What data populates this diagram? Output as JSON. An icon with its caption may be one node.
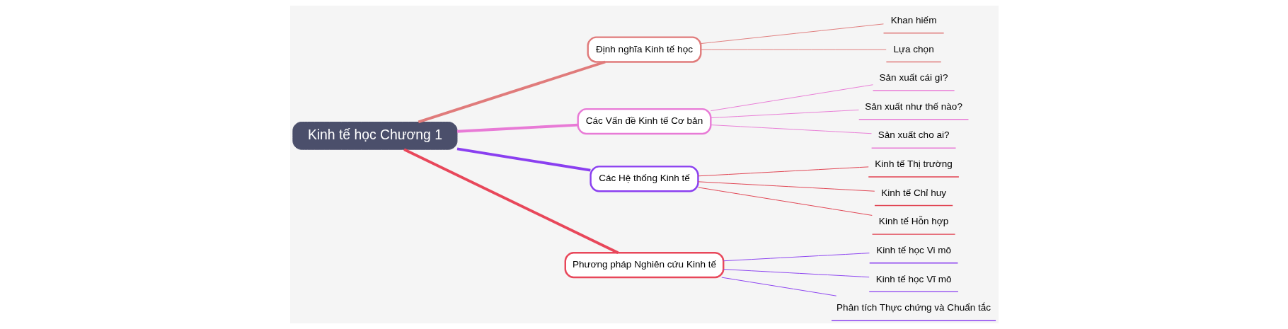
{
  "diagram": {
    "nodes": [
      {
        "text": [
          "Kinh tế học Chương 1"
        ]
      },
      {
        "text": [
          "Định nghĩa Kinh tế học"
        ]
      },
      {
        "text": [
          "Khan hiếm"
        ]
      },
      {
        "text": [
          "Lựa chọn"
        ]
      },
      {
        "text": [
          "Các Vấn đề Kinh tế Cơ bản"
        ]
      },
      {
        "text": [
          "Sản xuất cái gì?"
        ]
      },
      {
        "text": [
          "Sản xuất như thế nào?"
        ]
      },
      {
        "text": [
          "Sản xuất cho ai?"
        ]
      },
      {
        "text": [
          "Các Hệ thống Kinh tế"
        ]
      },
      {
        "text": [
          "Kinh tế Thị trường"
        ]
      },
      {
        "text": [
          "Kinh tế Chỉ huy"
        ]
      },
      {
        "text": [
          "Kinh tế Hỗn hợp"
        ]
      },
      {
        "text": [
          "Phương pháp Nghiên cứu Kinh tế"
        ]
      },
      {
        "text": [
          "Kinh tế học Vi mô"
        ]
      },
      {
        "text": [
          "Kinh tế học Vĩ mô"
        ]
      },
      {
        "text": [
          "Phân tích Thực chứng và Chuẩn tắc"
        ]
      }
    ],
    "edges": [
      {
        "from": 0,
        "to": 1,
        "arrow": "none",
        "style": "thick",
        "color": "#e07b7b"
      },
      {
        "from": 1,
        "to": 2,
        "arrow": "none",
        "color": "#e07b7b"
      },
      {
        "from": 1,
        "to": 3,
        "arrow": "none",
        "color": "#e07b7b"
      },
      {
        "from": 0,
        "to": 4,
        "arrow": "none",
        "style": "thick",
        "color": "#e87ad6"
      },
      {
        "from": 4,
        "to": 5,
        "arrow": "none",
        "color": "#e87ad6"
      },
      {
        "from": 4,
        "to": 6,
        "arrow": "none",
        "color": "#e87ad6"
      },
      {
        "from": 4,
        "to": 7,
        "arrow": "none",
        "color": "#e87ad6"
      },
      {
        "from": 0,
        "to": 8,
        "arrow": "none",
        "style": "thick",
        "color": "#8a3ff0"
      },
      {
        "from": 8,
        "to": 9,
        "arrow": "none",
        "color": "#e0404f"
      },
      {
        "from": 8,
        "to": 10,
        "arrow": "none",
        "color": "#e0404f"
      },
      {
        "from": 8,
        "to": 11,
        "arrow": "none",
        "color": "#e0404f"
      },
      {
        "from": 0,
        "to": 12,
        "arrow": "none",
        "style": "thick",
        "color": "#e8475a"
      },
      {
        "from": 12,
        "to": 13,
        "arrow": "none",
        "color": "#8a3ff0"
      },
      {
        "from": 12,
        "to": 14,
        "arrow": "none",
        "color": "#8a3ff0"
      },
      {
        "from": 12,
        "to": 15,
        "arrow": "none",
        "color": "#8a3ff0"
      }
    ]
  }
}
